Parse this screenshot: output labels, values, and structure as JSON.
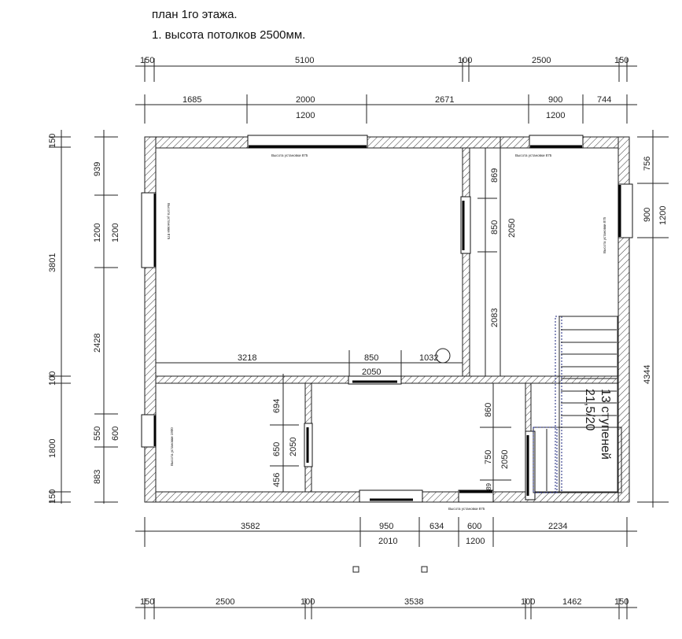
{
  "header": {
    "title": "план 1го этажа.",
    "note": "1. высота потолков 2500мм."
  },
  "dims": {
    "top_overall": [
      "150",
      "5100",
      "100",
      "2500",
      "150"
    ],
    "top_openings": [
      "1685",
      "2000",
      "2671",
      "900",
      "744"
    ],
    "top_heights": [
      "1200",
      "1200"
    ],
    "left_overall": [
      "150",
      "3801",
      "100",
      "1800",
      "150"
    ],
    "left_openings": [
      "939",
      "1200",
      "2428",
      "550",
      "883"
    ],
    "left_heights": [
      "1200",
      "600"
    ],
    "right": [
      "756",
      "900",
      "1200",
      "4344"
    ],
    "bottom_openings": [
      "3582",
      "950",
      "634",
      "600",
      "2234"
    ],
    "bottom_heights": [
      "2010",
      "1200"
    ],
    "bottom_overall": [
      "150",
      "2500",
      "100",
      "3538",
      "100",
      "1462",
      "150"
    ],
    "interior_hall": [
      "3218",
      "850",
      "1032",
      "2050"
    ],
    "interior_right_upper": [
      "869",
      "850",
      "2050",
      "2083"
    ],
    "interior_left_lower": [
      "694",
      "650",
      "2050",
      "456"
    ],
    "interior_right_lower": [
      "860",
      "750",
      "2050",
      "89"
    ]
  },
  "annotations": {
    "install_top": "Высота установки 875",
    "install_top_right": "Высота установки 875",
    "install_left": "Высота установки 875",
    "install_right": "Высота установки 875",
    "install_left_lower": "Высота установки 1900",
    "install_bottom": "Высота установки 875"
  },
  "stairs": {
    "steps_label": "13 ступеней",
    "ratio_label": "21,5/20"
  }
}
